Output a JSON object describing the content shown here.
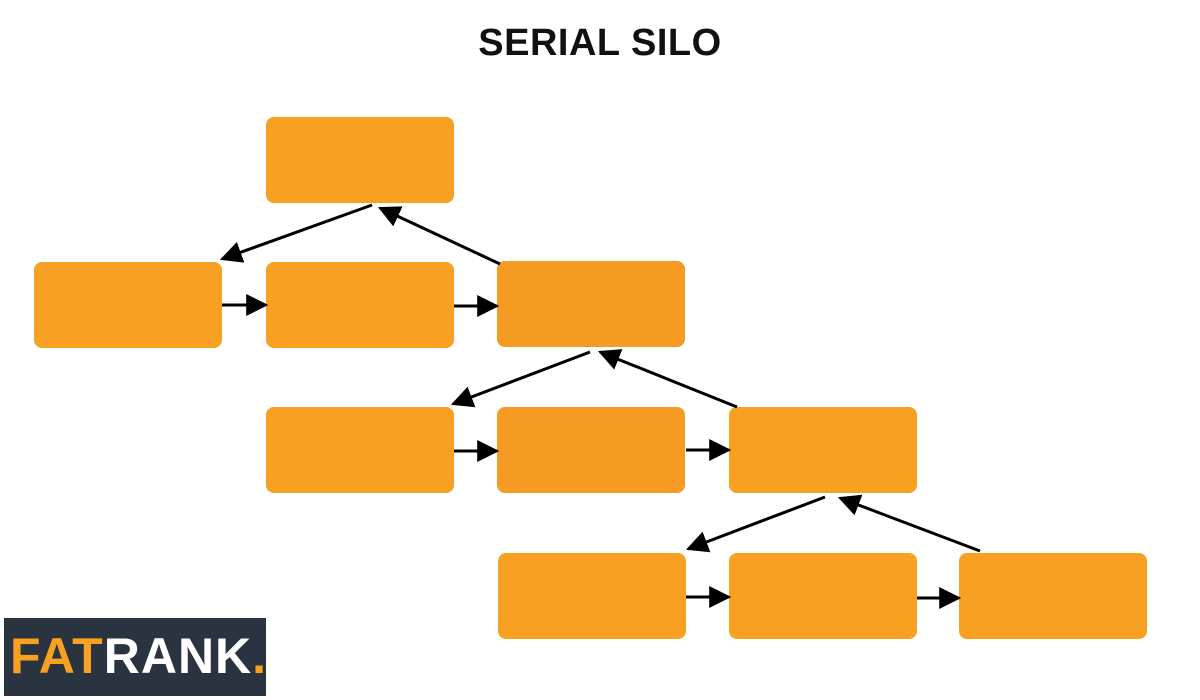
{
  "title": "SERIAL SILO",
  "colors": {
    "node": "#F7A021",
    "node_alt": "#F59A22",
    "arrow": "#000000",
    "logo_bg": "#2A3440",
    "logo_accent": "#F7A021",
    "logo_text": "#FFFFFF"
  },
  "diagram": {
    "nodes": [
      {
        "id": "top"
      },
      {
        "id": "row1-a"
      },
      {
        "id": "row1-b"
      },
      {
        "id": "row1-c"
      },
      {
        "id": "row2-a"
      },
      {
        "id": "row2-b"
      },
      {
        "id": "row2-c"
      },
      {
        "id": "row3-a"
      },
      {
        "id": "row3-b"
      },
      {
        "id": "row3-c"
      }
    ],
    "edges": [
      {
        "from": "top",
        "to": "row1-a"
      },
      {
        "from": "row1-a",
        "to": "row1-b"
      },
      {
        "from": "row1-b",
        "to": "row1-c"
      },
      {
        "from": "row1-c",
        "to": "top"
      },
      {
        "from": "row1-c",
        "to": "row2-a"
      },
      {
        "from": "row2-a",
        "to": "row2-b"
      },
      {
        "from": "row2-b",
        "to": "row2-c"
      },
      {
        "from": "row2-c",
        "to": "row1-c"
      },
      {
        "from": "row2-c",
        "to": "row3-a"
      },
      {
        "from": "row3-a",
        "to": "row3-b"
      },
      {
        "from": "row3-b",
        "to": "row3-c"
      },
      {
        "from": "row3-c",
        "to": "row2-c"
      }
    ]
  },
  "logo": {
    "part1": "FAT",
    "part2": "RANK",
    "dot": "."
  }
}
